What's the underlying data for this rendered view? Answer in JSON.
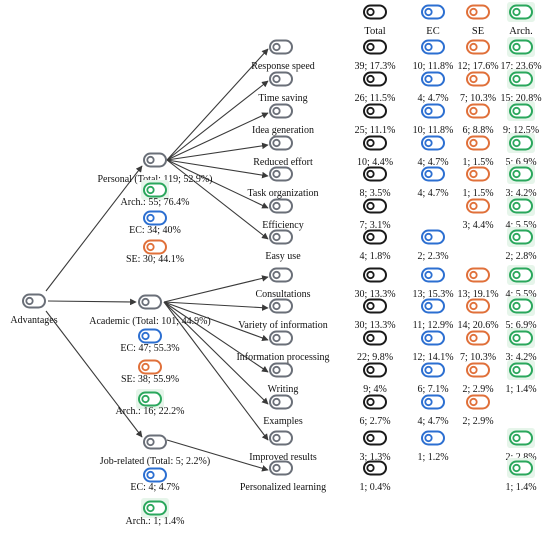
{
  "colors": {
    "root": "#6a6f78",
    "personal_group": "#6a6f78",
    "academic_group": "#6a6f78",
    "job_group": "#6a6f78",
    "category": "#6a6f78",
    "total": "#1a1a1a",
    "ec": "#2c6fd1",
    "se": "#e0703a",
    "arch": "#2aa75c",
    "arch_bg": "#e6f5ea",
    "arrow": "#3a3a3a"
  },
  "icon": "toggle-switch-icon",
  "root": {
    "label": "Advantages"
  },
  "groups": [
    {
      "id": "personal",
      "label": "Personal (Total: 119; 52.9%)",
      "breakdown": [
        {
          "key": "arch",
          "label": "Arch.: 55; 76.4%"
        },
        {
          "key": "ec",
          "label": "EC: 34; 40%"
        },
        {
          "key": "se",
          "label": "SE: 30; 44.1%"
        }
      ]
    },
    {
      "id": "academic",
      "label": "Academic (Total: 101; 44.9%)",
      "breakdown": [
        {
          "key": "ec",
          "label": "EC: 47; 55.3%"
        },
        {
          "key": "se",
          "label": "SE: 38; 55.9%"
        },
        {
          "key": "arch",
          "label": "Arch.: 16; 22.2%"
        }
      ]
    },
    {
      "id": "job",
      "label": "Job-related (Total: 5; 2.2%)",
      "breakdown": [
        {
          "key": "ec",
          "label": "EC: 4; 4.7%"
        },
        {
          "key": "arch",
          "label": "Arch.: 1; 1.4%"
        }
      ]
    }
  ],
  "columns": [
    {
      "key": "total",
      "label": "Total"
    },
    {
      "key": "ec",
      "label": "EC"
    },
    {
      "key": "se",
      "label": "SE"
    },
    {
      "key": "arch",
      "label": "Arch."
    }
  ],
  "categories": [
    {
      "group": "personal",
      "label": "Response speed",
      "total": "39; 17.3%",
      "ec": "10; 11.8%",
      "se": "12; 17.6%",
      "arch": "17; 23.6%"
    },
    {
      "group": "personal",
      "label": "Time saving",
      "total": "26; 11.5%",
      "ec": "4; 4.7%",
      "se": "7; 10.3%",
      "arch": "15; 20.8%"
    },
    {
      "group": "personal",
      "label": "Idea generation",
      "total": "25; 11.1%",
      "ec": "10; 11.8%",
      "se": "6; 8.8%",
      "arch": "9; 12.5%"
    },
    {
      "group": "personal",
      "label": "Reduced effort",
      "total": "10; 4.4%",
      "ec": "4; 4.7%",
      "se": "1; 1.5%",
      "arch": "5; 6.9%"
    },
    {
      "group": "personal",
      "label": "Task organization",
      "total": "8; 3.5%",
      "ec": "4; 4.7%",
      "se": "1; 1.5%",
      "arch": "3; 4.2%"
    },
    {
      "group": "personal",
      "label": "Efficiency",
      "total": "7; 3.1%",
      "ec": "",
      "se": "3; 4.4%",
      "arch": "4; 5.5%"
    },
    {
      "group": "personal",
      "label": "Easy use",
      "total": "4; 1.8%",
      "ec": "2; 2.3%",
      "se": "",
      "arch": "2; 2.8%"
    },
    {
      "group": "academic",
      "label": "Consultations",
      "total": "30; 13.3%",
      "ec": "13; 15.3%",
      "se": "13; 19.1%",
      "arch": "4; 5.5%"
    },
    {
      "group": "academic",
      "label": "Variety of information",
      "total": "30; 13.3%",
      "ec": "11; 12.9%",
      "se": "14; 20.6%",
      "arch": "5; 6.9%"
    },
    {
      "group": "academic",
      "label": "Information processing",
      "total": "22; 9.8%",
      "ec": "12; 14.1%",
      "se": "7; 10.3%",
      "arch": "3; 4.2%"
    },
    {
      "group": "academic",
      "label": "Writing",
      "total": "9; 4%",
      "ec": "6; 7.1%",
      "se": "2; 2.9%",
      "arch": "1; 1.4%"
    },
    {
      "group": "academic",
      "label": "Examples",
      "total": "6; 2.7%",
      "ec": "4; 4.7%",
      "se": "2; 2.9%",
      "arch": ""
    },
    {
      "group": "academic",
      "label": "Improved results",
      "total": "3; 1.3%",
      "ec": "1; 1.2%",
      "se": "",
      "arch": "2; 2.8%"
    },
    {
      "group": "job",
      "label": "Personalized learning",
      "total": "1; 0.4%",
      "ec": "",
      "se": "",
      "arch": "1; 1.4%"
    }
  ]
}
